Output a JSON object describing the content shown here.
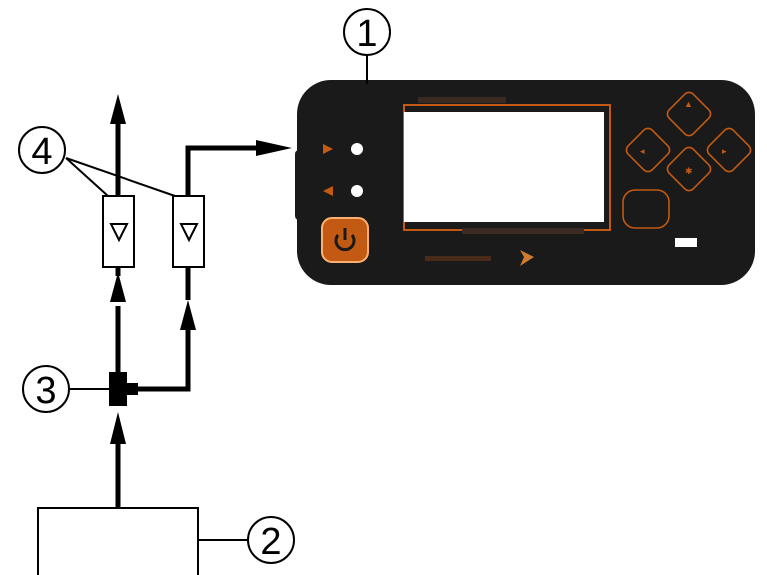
{
  "callouts": {
    "c1": "1",
    "c2": "2",
    "c3": "3",
    "c4": "4"
  },
  "colors": {
    "line": "#000000",
    "device_body": "#1a1a1a",
    "accent": "#c25a14",
    "screen": "#ffffff"
  },
  "icons": {
    "power": "power-icon",
    "up": "arrow-up-icon",
    "down": "arrow-down-icon",
    "left": "arrow-left-icon",
    "right": "arrow-right-icon",
    "center": "asterisk-icon",
    "flowmeter": "triangle-down-icon",
    "brand": "brand-logo-icon"
  }
}
